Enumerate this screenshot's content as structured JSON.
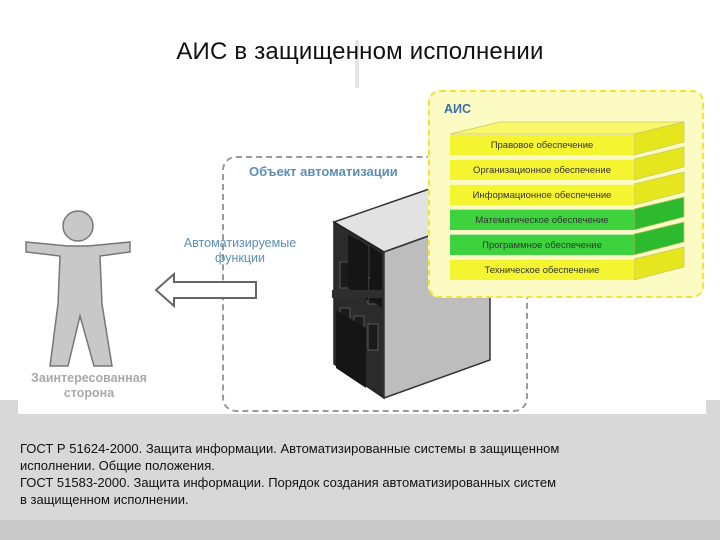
{
  "title": "АИС в защищенном исполнении",
  "object_title": "Объект автоматизации",
  "automated_functions": [
    "Автоматизируемые",
    "функции"
  ],
  "person_label": [
    "Заинтересованная",
    "сторона"
  ],
  "ais": {
    "title": "АИС",
    "layers": [
      {
        "label": "Правовое обеспечение",
        "color": "#f4f430"
      },
      {
        "label": "Организационное обеспечение",
        "color": "#f4f430"
      },
      {
        "label": "Информационное обеспечение",
        "color": "#f4f430"
      },
      {
        "label": "Математическое обеспечение",
        "color": "#3fd23f"
      },
      {
        "label": "Программное обеспечение",
        "color": "#3fd23f"
      },
      {
        "label": "Техническое обеспечение",
        "color": "#f4f430"
      }
    ]
  },
  "footer": [
    "ГОСТ Р 51624-2000. Защита информации. Автоматизированные системы в защищенном",
    "исполнении. Общие положения.",
    "ГОСТ 51583-2000. Защита информации. Порядок создания автоматизированных систем",
    "в защищенном исполнении."
  ]
}
